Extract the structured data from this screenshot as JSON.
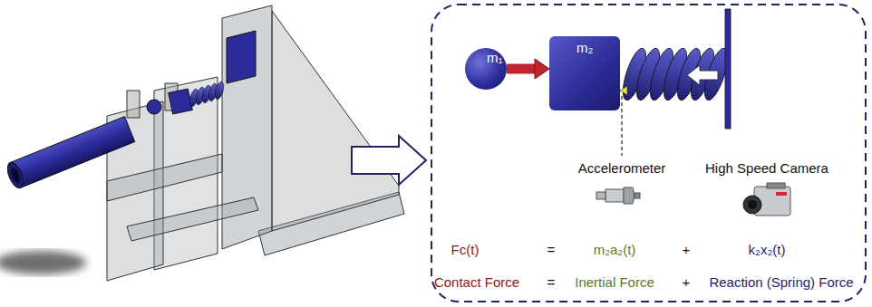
{
  "diagram": {
    "nodes": [
      {
        "text": [
          "m₁"
        ]
      },
      {
        "text": [
          "m₂"
        ]
      }
    ],
    "edges": [
      {
        "from": 0,
        "to": 1,
        "arrow": "to"
      }
    ],
    "labels": [
      "Accelerometer",
      "High Speed Camera",
      "Fc(t)",
      "=",
      "m₂a₂(t)",
      "+",
      "k₂x₂(t)",
      "Contact Force",
      "=",
      "Inertial Force",
      "+",
      "Reaction (Spring) Force"
    ]
  }
}
